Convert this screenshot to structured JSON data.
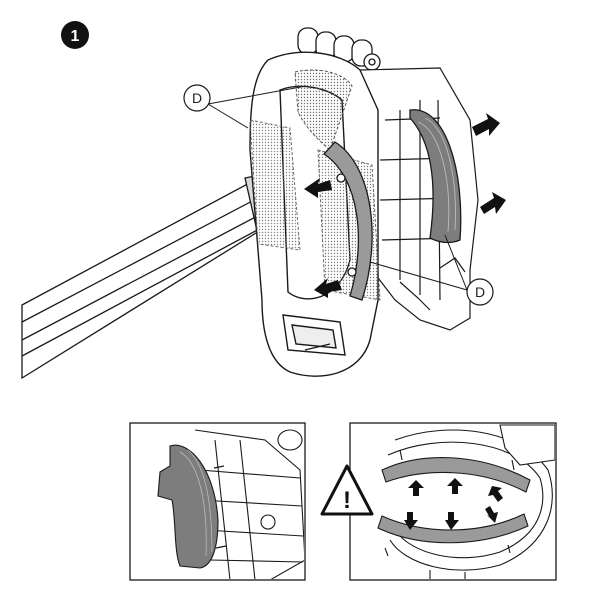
{
  "step": {
    "number": "1"
  },
  "callouts": {
    "top_left": "D",
    "bottom_right": "D"
  },
  "warning": {
    "symbol": "!"
  },
  "icons": {
    "step": "step-number-badge",
    "warning": "warning-triangle-icon",
    "arrow": "arrow-icon"
  },
  "colors": {
    "line": "#1a1a1a",
    "shade": "#9a9a9a",
    "pad": "#7d7d7d",
    "badge": "#111111"
  }
}
